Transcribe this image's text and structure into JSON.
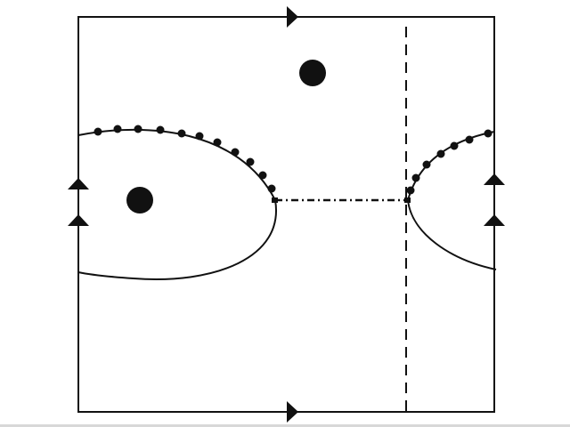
{
  "diagram": {
    "description_free": true,
    "colors": {
      "stroke": "#111111",
      "background": "#ffffff"
    },
    "elements": {
      "square_boundary": "square-boundary",
      "identification_arrows": "arrow-icon",
      "left_curve": "curve-left",
      "right_curve": "curve-right",
      "dashed_vertical": "dashed-line-vertical",
      "dash_dot_horizontal": "dash-dot-segment",
      "filled_points": "filled-dot"
    }
  }
}
